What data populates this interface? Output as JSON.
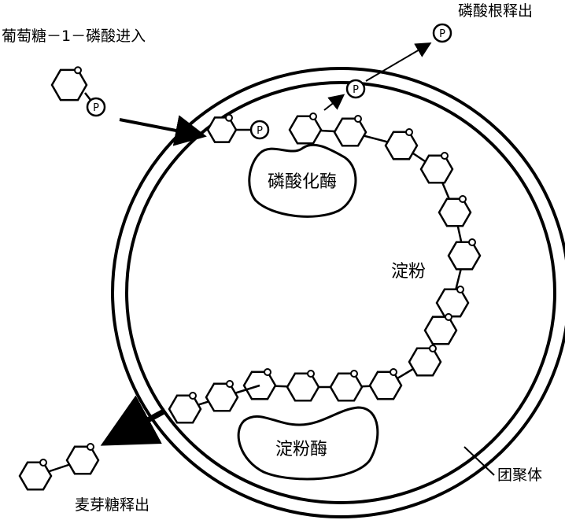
{
  "labels": {
    "g1p_enter": "葡萄糖－1－磷酸进入",
    "phosphate_release": "磷酸根释出",
    "phosphorylase": "磷酸化酶",
    "starch": "淀粉",
    "amylase": "淀粉酶",
    "maltose_release": "麦芽糖释出",
    "coacervate": "团聚体"
  },
  "phosphate_symbol": "P"
}
